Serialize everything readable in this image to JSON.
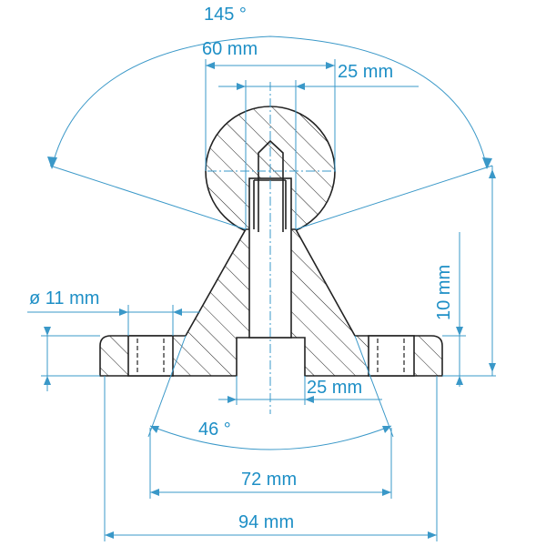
{
  "dimensions": {
    "angle_top": "145 °",
    "ball_width": "60 mm",
    "neck_width": "25 mm",
    "hole_diameter": "ø 11 mm",
    "flange_height": "10 mm",
    "bore_width": "25 mm",
    "angle_bottom": "46 °",
    "bolt_circle": "72 mm",
    "overall_width": "94 mm"
  },
  "colors": {
    "dimension": "#3a98c8",
    "dimension_text": "#1e8fc6",
    "outline": "#222222",
    "background": "#ffffff"
  }
}
